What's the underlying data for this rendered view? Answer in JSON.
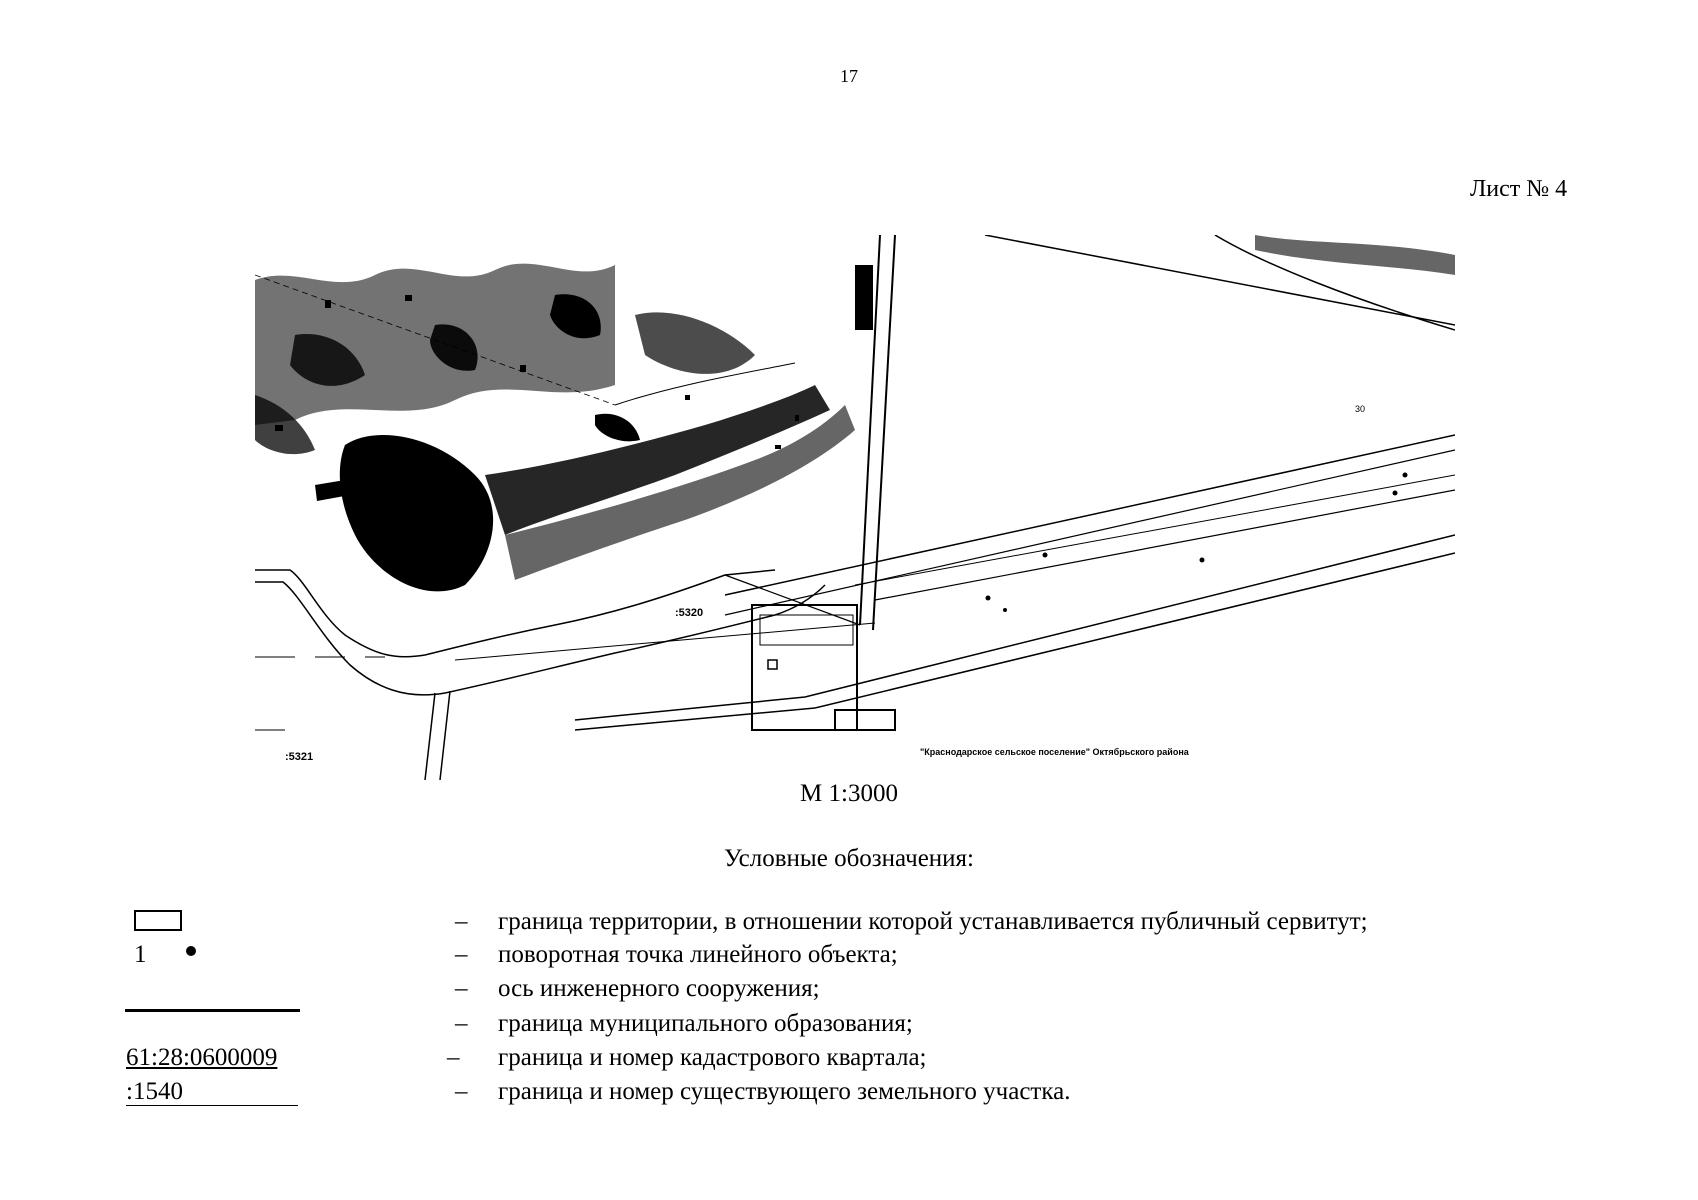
{
  "page": {
    "number": "17",
    "sheet": "Лист № 4"
  },
  "map": {
    "scale": "М 1:3000",
    "labels": {
      "parcel_left": ":5321",
      "parcel_bottom_left": ":5321",
      "parcel_mid": ":5320",
      "region_note": "\"Краснодарское сельское поселение\" Октябрьского района",
      "point_label": "30"
    },
    "colors": {
      "ink": "#000000",
      "background": "#ffffff"
    }
  },
  "legend": {
    "title": "Условные обозначения:",
    "dash": "–",
    "items": [
      {
        "symbol": "rectangle",
        "text": "граница территории, в отношении которой устанавливается публичный сервитут;"
      },
      {
        "symbol": "point",
        "symbol_label": "1",
        "text": "поворотная точка линейного объекта;"
      },
      {
        "symbol": "none",
        "text": "ось инженерного сооружения;"
      },
      {
        "symbol": "thick-line",
        "text": "граница муниципального образования;"
      },
      {
        "symbol": "cadastral",
        "symbol_label": "61:28:0600009",
        "text": "граница и номер кадастрового квартала;"
      },
      {
        "symbol": "parcel",
        "symbol_label": ":1540",
        "text": "граница и номер существующего земельного участка."
      }
    ]
  }
}
